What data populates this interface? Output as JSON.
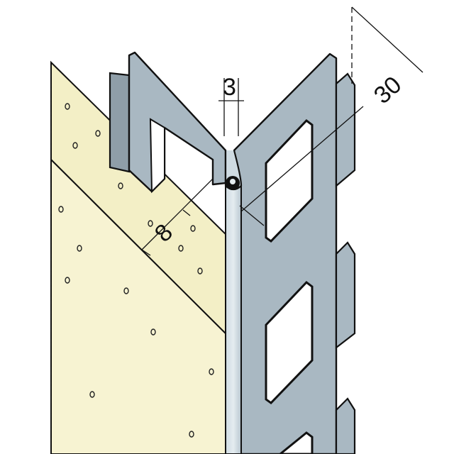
{
  "dimensions": {
    "gap": "3",
    "depth": "8",
    "leg_width": "30"
  },
  "colors": {
    "background": "#ffffff",
    "plaster_layer": "#f3efc6",
    "wall_board": "#f7f3d2",
    "metal_profile": "#a9b8c2",
    "metal_profile_dark": "#8f9ea8",
    "bead_highlight": "#cfdbe2",
    "outline": "#111111"
  }
}
